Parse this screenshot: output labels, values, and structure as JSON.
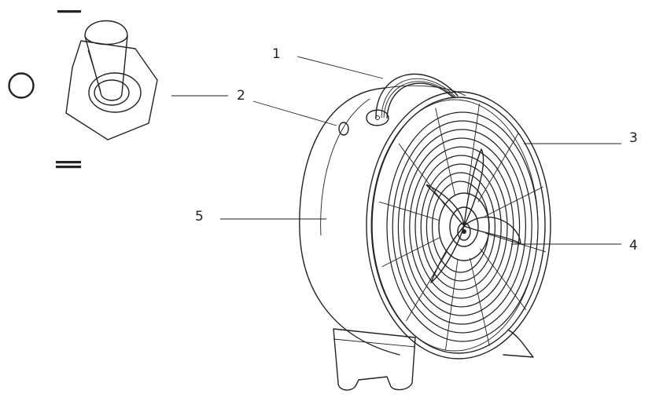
{
  "diagram": {
    "callouts": [
      {
        "id": "1",
        "label": "1"
      },
      {
        "id": "2",
        "label": "2"
      },
      {
        "id": "3",
        "label": "3"
      },
      {
        "id": "4",
        "label": "4"
      },
      {
        "id": "5",
        "label": "5"
      }
    ],
    "knob_settings": [
      {
        "id": "off",
        "symbol": "off-circle-icon"
      },
      {
        "id": "speed1",
        "symbol": "single-bar-icon"
      },
      {
        "id": "speed2",
        "symbol": "double-bar-icon"
      }
    ]
  }
}
